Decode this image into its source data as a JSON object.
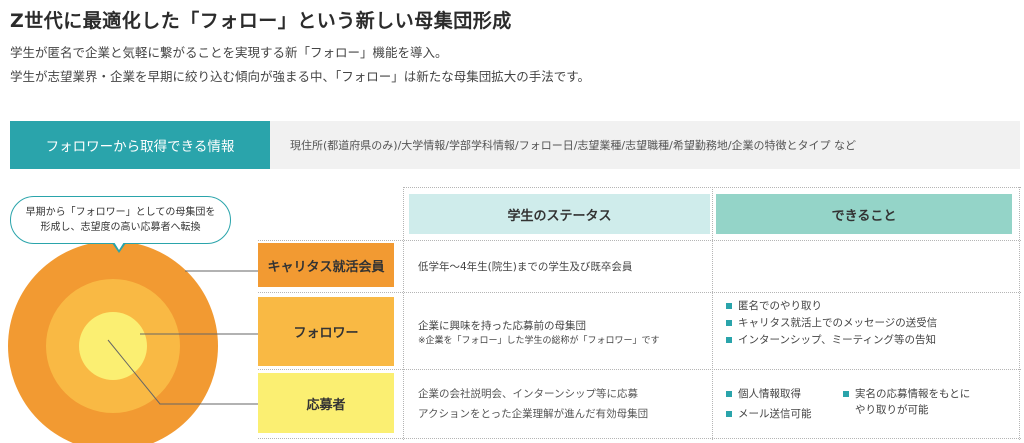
{
  "header": {
    "title": "Z世代に最適化した「フォロー」という新しい母集団形成",
    "subtitle_line1": "学生が匿名で企業と気軽に繋がることを実現する新「フォロー」機能を導入。",
    "subtitle_line2": "学生が志望業界・企業を早期に絞り込む傾向が強まる中、「フォロー」は新たな母集団拡大の手法です。"
  },
  "info": {
    "label": "フォロワーから取得できる情報",
    "text": "現住所(都道府県のみ)/大学情報/学部学科情報/フォロー日/志望業種/志望職種/希望勤務地/企業の特徴とタイプ など"
  },
  "bubble": {
    "line1": "早期から「フォロワー」としての母集団を",
    "line2": "形成し、志望度の高い応募者へ転換"
  },
  "table": {
    "col_status": "学生のステータス",
    "col_can": "できること",
    "rows": [
      {
        "label": "キャリタス就活会員",
        "status": "低学年〜4年生(院生)までの学生及び既卒会員",
        "can": []
      },
      {
        "label": "フォロワー",
        "status": "企業に興味を持った応募前の母集団",
        "status_note": "※企業を「フォロー」した学生の総称が「フォロワー」です",
        "can": [
          "匿名でのやり取り",
          "キャリタス就活上でのメッセージの送受信",
          "インターンシップ、ミーティング等の告知"
        ]
      },
      {
        "label": "応募者",
        "status_line1": "企業の会社説明会、インターンシップ等に応募",
        "status_line2": "アクションをとった企業理解が進んだ有効母集団",
        "can": [
          "個人情報取得",
          "メール送信可能"
        ],
        "can_extra_line1": "実名の応募情報をもとに",
        "can_extra_line2": "やり取りが可能"
      }
    ]
  },
  "colors": {
    "accent": "#2aa4ab",
    "outer_circle": "#f29a32",
    "middle_circle": "#f9b944",
    "inner_circle": "#fbef72",
    "status_header": "#cfeceb",
    "can_header": "#94d4c8"
  }
}
